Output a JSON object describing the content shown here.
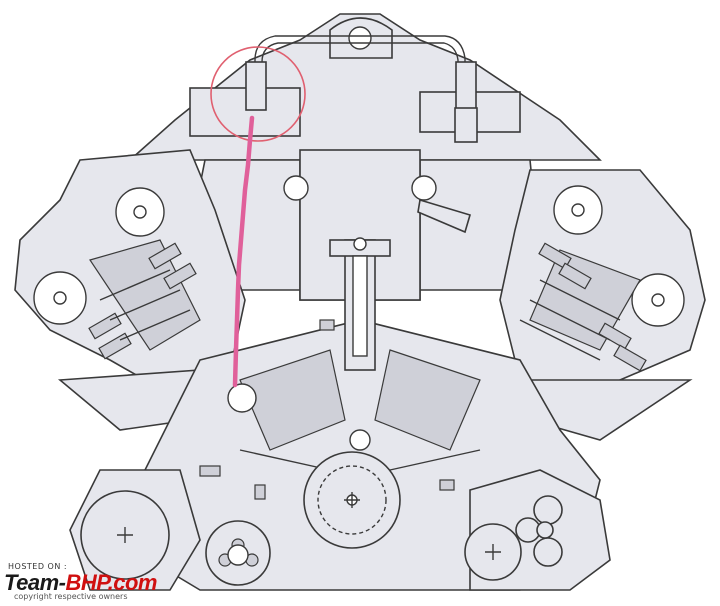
{
  "diagram": {
    "subject": "V12 engine cross-section line drawing",
    "colors": {
      "background": "#ffffff",
      "fill": "#e6e7ed",
      "line": "#3a3a3a",
      "highlight_stroke": "#e0609a",
      "circle_marker": "#e06070"
    },
    "annotations": [
      {
        "type": "circle",
        "icon": "red-circle-outline"
      },
      {
        "type": "path",
        "icon": "magenta-handdrawn-line"
      }
    ]
  },
  "watermark": {
    "hosted_label": "HOSTED ON :",
    "brand_prefix": "Team-",
    "brand_suffix": "BHP.com",
    "copyright": "copyright respective owners"
  }
}
